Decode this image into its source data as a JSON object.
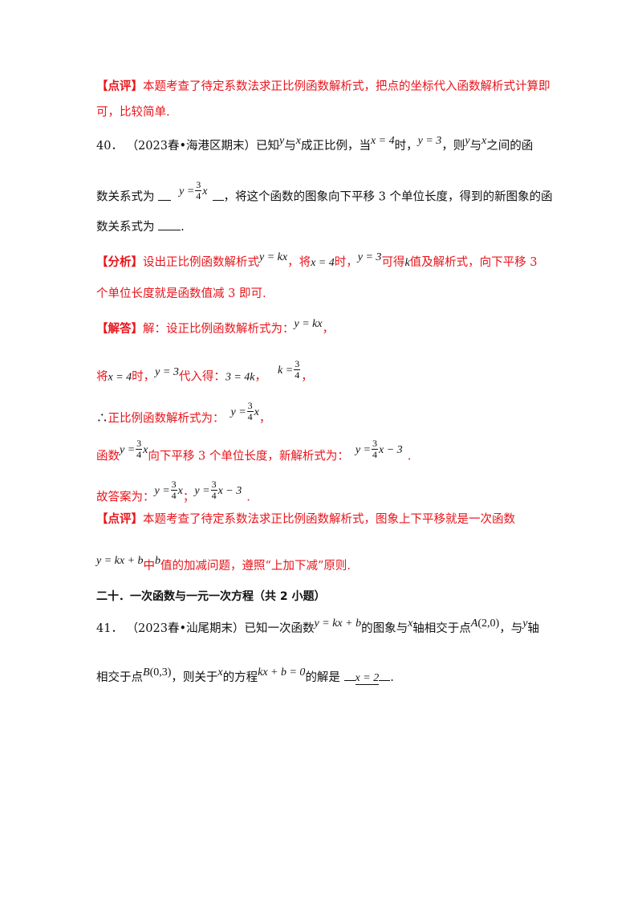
{
  "comment1": {
    "tag": "【点评】",
    "line1": "本题考查了待定系数法求正比例函数解析式，把点的坐标代入函数解析式计算即",
    "line2": "可，比较简单."
  },
  "q40": {
    "number": "40．",
    "source": "（2023春•海港区期末）",
    "t1": "已知",
    "y": "y",
    "t2": "与",
    "x": "x",
    "t3": "成正比例，当",
    "cond1": "x = 4",
    "t4": "时，",
    "cond2": "y = 3",
    "t5": "，则",
    "t6": "与",
    "t7": "之间的函",
    "t8": "数关系式为",
    "ans_lhs": "y =",
    "ans_num": "3",
    "ans_den": "4",
    "ans_x": "x",
    "t9": "，将这个函数的图象向下平移 3 个单位长度，得到的新图象的函",
    "t10": "数关系式为",
    "t11": "."
  },
  "analysis": {
    "tag": "【分析】",
    "a1": "设出正比例函数解析式",
    "f1": "y = kx",
    "a2": "，将",
    "f2": "x = 4",
    "a3": "时，",
    "f3": "y = 3",
    "a4": "可得",
    "f4": "k",
    "a5": "值及解析式，向下平移 3",
    "a6": "个单位长度就是函数值减 3 即可."
  },
  "solution": {
    "tag": "【解答】",
    "s1": "解：设正比例函数解析式为：",
    "f1": "y = kx",
    "s1end": "，",
    "s2a": "将",
    "f2": "x = 4",
    "s2b": "时，",
    "f3": "y = 3",
    "s2c": "代入得：",
    "f4": "3 = 4k",
    "s2d": "，",
    "f5_lhs": "k =",
    "f5_num": "3",
    "f5_den": "4",
    "s2e": "，",
    "therefore": "∴",
    "s3": "正比例函数解析式为：",
    "f6_lhs": "y =",
    "f6_num": "3",
    "f6_den": "4",
    "f6_x": "x",
    "s3end": "，",
    "s4a": "函数",
    "s4b": "向下平移 3 个单位长度，新解析式为：",
    "f7_tail": "x − 3",
    "s4end": ".",
    "s5a": "故答案为：",
    "s5sep": "；",
    "s5end": "."
  },
  "comment2": {
    "tag": "【点评】",
    "line1": "本题考查了待定系数法求正比例函数解析式，图象上下平移就是一次函数",
    "f1": "y = kx + b",
    "l2a": "中",
    "f2": "b",
    "l2b": "值的加减问题，遵照“上加下减”原则."
  },
  "section": {
    "title": "二十．一次函数与一元一次方程（共 2 小题）"
  },
  "q41": {
    "number": "41．",
    "source": "（2023春•汕尾期末）",
    "t1": "已知一次函数",
    "f1": "y = kx + b",
    "t2": "的图象与",
    "x": "x",
    "t3": "轴相交于点",
    "A": "A",
    "Acoord": "(2,0)",
    "t4": "，与",
    "y": "y",
    "t5": "轴",
    "t6": "相交于点",
    "B": "B",
    "Bcoord": "(0,3)",
    "t7": "，则关于",
    "t8": "的方程",
    "eq": "kx + b = 0",
    "t9": "的解是",
    "ans": "x = 2",
    "t10": "."
  }
}
